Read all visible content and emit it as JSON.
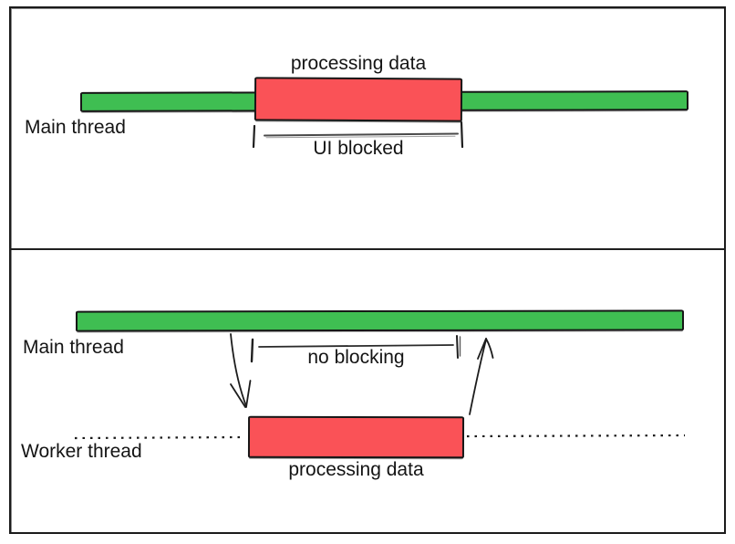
{
  "colors": {
    "bar_green": "#3fbe52",
    "block_red": "#fa5257",
    "ink": "#161616"
  },
  "top_panel": {
    "thread_label": "Main thread",
    "block_label": "processing data",
    "bracket_label": "UI blocked"
  },
  "bottom_panel": {
    "main_thread_label": "Main thread",
    "worker_thread_label": "Worker thread",
    "bracket_label": "no blocking",
    "block_label": "processing data"
  }
}
